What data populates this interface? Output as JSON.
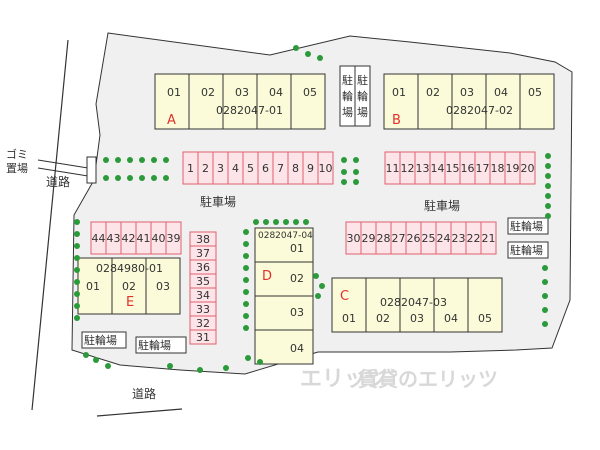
{
  "labels": {
    "gomi": "ゴミ置場",
    "road_left": "道路",
    "road_bottom": "道路",
    "parking_left": "駐車場",
    "parking_right": "駐車場",
    "bike_top": "駐輪場",
    "bike_top_alt": "駐輪場",
    "bike_right_1": "駐輪場",
    "bike_right_2": "駐輪場",
    "bike_bottom_1": "駐輪場",
    "bike_bottom_2": "駐輪場",
    "watermark": "賃貸のエリッツ"
  },
  "buildings": {
    "A": {
      "letter": "A",
      "code": "0282047-01",
      "units": [
        "01",
        "02",
        "03",
        "04",
        "05"
      ]
    },
    "B": {
      "letter": "B",
      "code": "0282047-02",
      "units": [
        "01",
        "02",
        "03",
        "04",
        "05"
      ]
    },
    "C": {
      "letter": "C",
      "code": "0282047-03",
      "units": [
        "01",
        "02",
        "03",
        "04",
        "05"
      ]
    },
    "D": {
      "letter": "D",
      "code": "0282047-04",
      "units": [
        "01",
        "02",
        "03",
        "04"
      ]
    },
    "E": {
      "letter": "E",
      "code": "0284980-01",
      "units": [
        "01",
        "02",
        "03"
      ]
    }
  },
  "parking": {
    "row_top_left": [
      "1",
      "2",
      "3",
      "4",
      "5",
      "6",
      "7",
      "8",
      "9",
      "10"
    ],
    "row_top_right": [
      "11",
      "12",
      "13",
      "14",
      "15",
      "16",
      "17",
      "18",
      "19",
      "20"
    ],
    "row_mid_left": [
      "44",
      "43",
      "42",
      "41",
      "40",
      "39"
    ],
    "row_mid_right": [
      "30",
      "29",
      "28",
      "27",
      "26",
      "25",
      "24",
      "23",
      "22",
      "21"
    ],
    "col_center": [
      "38",
      "37",
      "36",
      "35",
      "34",
      "33",
      "32",
      "31"
    ]
  },
  "colors": {
    "ground": "#f0f0f0",
    "building": "#fbfbd9",
    "parking_fill": "#fde4e8",
    "parking_stroke": "#e0606e",
    "tree": "#2a9a3a",
    "letter": "#e0302a"
  }
}
